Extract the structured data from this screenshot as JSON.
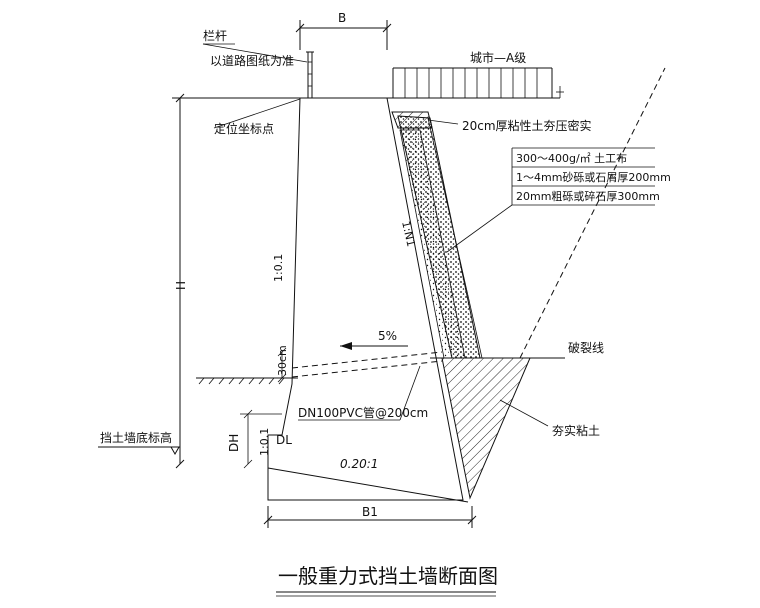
{
  "dims": {
    "top_width": "B",
    "bottom_width": "B1",
    "height": "H",
    "toe_height": "DH",
    "toe_offset": "DL"
  },
  "labels": {
    "railing": "栏杆",
    "per_road_drawing": "以道路图纸为准",
    "positioning_point": "定位坐标点",
    "road_grade": "城市—A级",
    "clay_cap": "20cm厚粘性土夯压密实",
    "geotextile": "300～400g/㎡ 土工布",
    "sand_layer": "1～4mm砂砾或石屑厚200mm",
    "gravel_layer": "20mm粗砾或碎石厚300mm",
    "slope_back": "1:N1",
    "slope_front": "1:0.1",
    "slope_toe": "1:0.1",
    "base_slope": "0.20:1",
    "drain_slope": "5%",
    "cover_depth": "30cm",
    "failure_line": "破裂线",
    "compacted_clay": "夯实粘土",
    "pipe": "DN100PVC管@200cm",
    "wall_base_elevation": "挡土墙底标高"
  },
  "title": "一般重力式挡土墙断面图"
}
